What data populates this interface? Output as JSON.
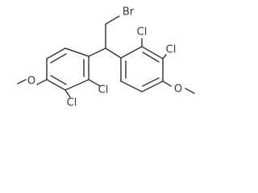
{
  "molecule": {
    "atoms": {
      "bromine": "Br",
      "chlorine_left_upper": "Cl",
      "chlorine_left_lower": "Cl",
      "chlorine_right_upper": "Cl",
      "chlorine_right_lower": "Cl",
      "oxygen_left": "O",
      "oxygen_right": "O"
    },
    "colors": {
      "bond": "#3a3a3a",
      "label": "#3a3a3a",
      "background": "#ffffff"
    }
  }
}
